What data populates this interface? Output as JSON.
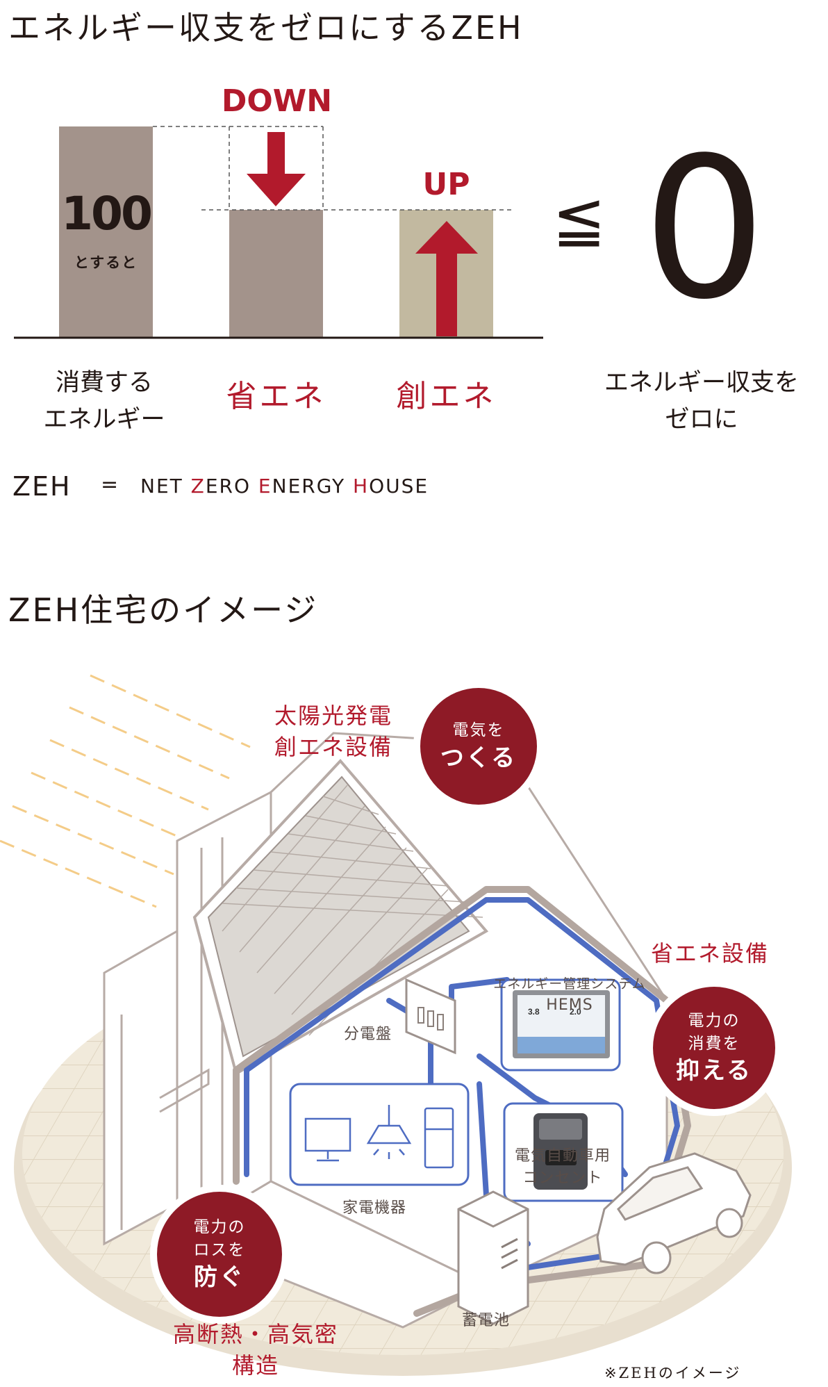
{
  "section1": {
    "title": "エネルギー収支をゼロにするZEH",
    "bar_value": "100",
    "bar_note": "とすると",
    "down_label": "DOWN",
    "up_label": "UP",
    "symbol": "≦",
    "zero": "0",
    "label_consume_1": "消費する",
    "label_consume_2": "エネルギー",
    "label_save": "省エネ",
    "label_create": "創エネ",
    "label_zero_1": "エネルギー収支を",
    "label_zero_2": "ゼロに",
    "zeh": "ZEH",
    "equals": "=",
    "def": [
      {
        "text": "NET ",
        "red": false
      },
      {
        "text": "Z",
        "red": true
      },
      {
        "text": "ERO ",
        "red": false
      },
      {
        "text": "E",
        "red": true
      },
      {
        "text": "NERGY ",
        "red": false
      },
      {
        "text": "H",
        "red": true
      },
      {
        "text": "OUSE",
        "red": false
      }
    ]
  },
  "section2": {
    "title": "ZEH住宅のイメージ",
    "solar_1": "太陽光発電",
    "solar_2": "創エネ設備",
    "make_small": "電気を",
    "make_big": "つくる",
    "save_tag": "省エネ設備",
    "reduce_small_1": "電力の",
    "reduce_small_2": "消費を",
    "reduce_big": "抑える",
    "prevent_small_1": "電力の",
    "prevent_small_2": "ロスを",
    "prevent_big": "防ぐ",
    "insulation_1": "高断熱・高気密",
    "insulation_2": "構造",
    "hems_caption_1": "エネルギー管理システム",
    "hems_caption_2": "HEMS",
    "panel_caption": "分電盤",
    "appliance_caption": "家電機器",
    "ev_caption_1": "電気自動車用",
    "ev_caption_2": "コンセント",
    "battery_caption": "蓄電池",
    "hems_screen_a": "3.8",
    "hems_screen_b": "2.0",
    "note": "※ZEHのイメージ"
  }
}
